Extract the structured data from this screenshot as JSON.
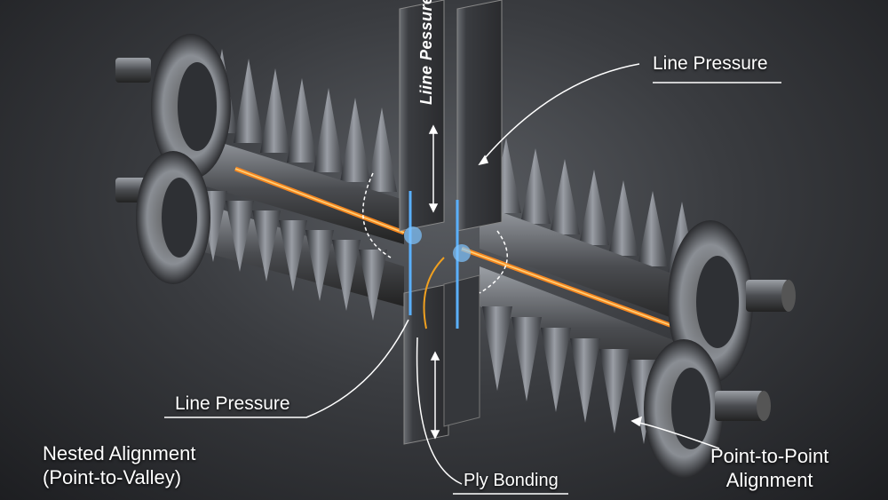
{
  "labels": {
    "line_pressure_top": "Line Pressure",
    "line_pressure_plate": "Liine Pessure",
    "line_pressure_left": "Line Pressure",
    "nested_alignment_line1": "Nested Alignment",
    "nested_alignment_line2": "(Point-to-Valley)",
    "ply_bonding": "Ply Bonding",
    "point_alignment_line1": "Point-to-Point",
    "point_alignment_line2": "Alignment"
  },
  "colors": {
    "glow_orange": "#ff8a1e",
    "glow_blue": "#4aa8ff",
    "steel": "#7c8088"
  }
}
